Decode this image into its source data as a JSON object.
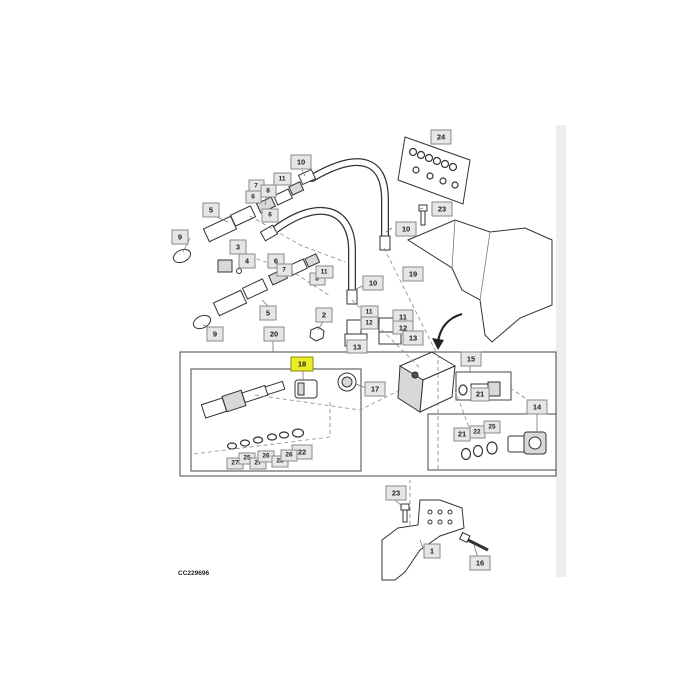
{
  "diagram_ref": "CC229696",
  "highlight_color": "#ecec2a",
  "callouts": {
    "c1": "1",
    "c2": "2",
    "c3": "3",
    "c4": "4",
    "c5a": "5",
    "c5b": "5",
    "c6a": "6",
    "c6b": "6",
    "c6c": "6",
    "c7a": "7",
    "c7b": "7",
    "c8a": "8",
    "c8b": "8",
    "c9a": "9",
    "c9b": "9",
    "c10a": "10",
    "c10b": "10",
    "c10c": "10",
    "c11a": "11",
    "c11b": "11",
    "c11c": "11",
    "c12": "12",
    "c13a": "13",
    "c13b": "13",
    "c14": "14",
    "c15": "15",
    "c16": "16",
    "c17": "17",
    "c18": "18",
    "c19": "19",
    "c20": "20",
    "c21a": "21",
    "c21b": "21",
    "c22a": "22",
    "c22b": "22",
    "c23a": "23",
    "c23b": "23",
    "c24": "24",
    "c25a": "25",
    "c25b": "25",
    "c26a": "26",
    "c26b": "26",
    "c27a": "27",
    "c27b": "27",
    "c28": "28"
  }
}
